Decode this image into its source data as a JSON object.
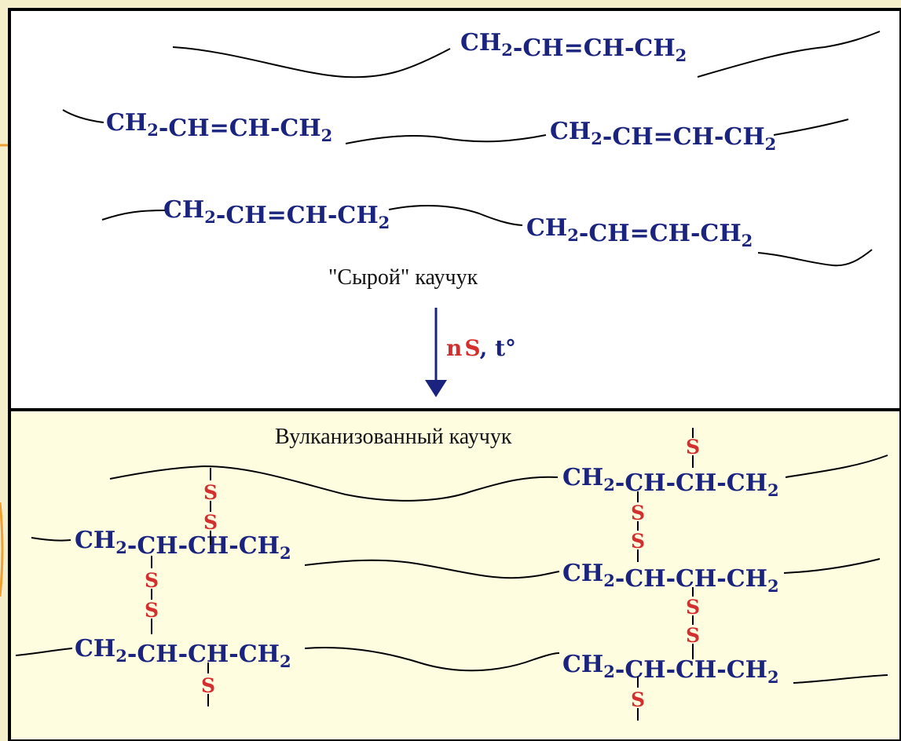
{
  "colors": {
    "outer_background": "#f5eecb",
    "top_panel": "#ffffff",
    "bottom_panel": "#fffde0",
    "frame": "#000000",
    "molecule_text": "#1a237e",
    "sulfur_text": "#d32f2f",
    "arrow": "#1a237e",
    "accent_orange": "#f0a030"
  },
  "captions": {
    "raw_rubber": "\"Сырой\" каучук",
    "vulcanized_rubber": "Вулканизованный каучук"
  },
  "reaction": {
    "n": "n",
    "s": "S",
    "rest": ", t°"
  },
  "atoms": {
    "sulfur": "S"
  },
  "top_units": [
    {
      "text": "CH₂-CH=CH-CH₂"
    },
    {
      "text": "CH₂-CH=CH-CH₂"
    },
    {
      "text": "CH₂-CH=CH-CH₂"
    },
    {
      "text": "CH₂-CH=CH-CH₂"
    },
    {
      "text": "CH₂-CH=CH-CH₂"
    }
  ],
  "bottom_units": [
    {
      "text": "CH₂-CH-CH-CH₂"
    },
    {
      "text": "CH₂-CH-CH-CH₂"
    },
    {
      "text": "CH₂-CH-CH-CH₂"
    },
    {
      "text": "CH₂-CH-CH-CH₂"
    },
    {
      "text": "CH₂-CH-CH-CH₂"
    }
  ]
}
